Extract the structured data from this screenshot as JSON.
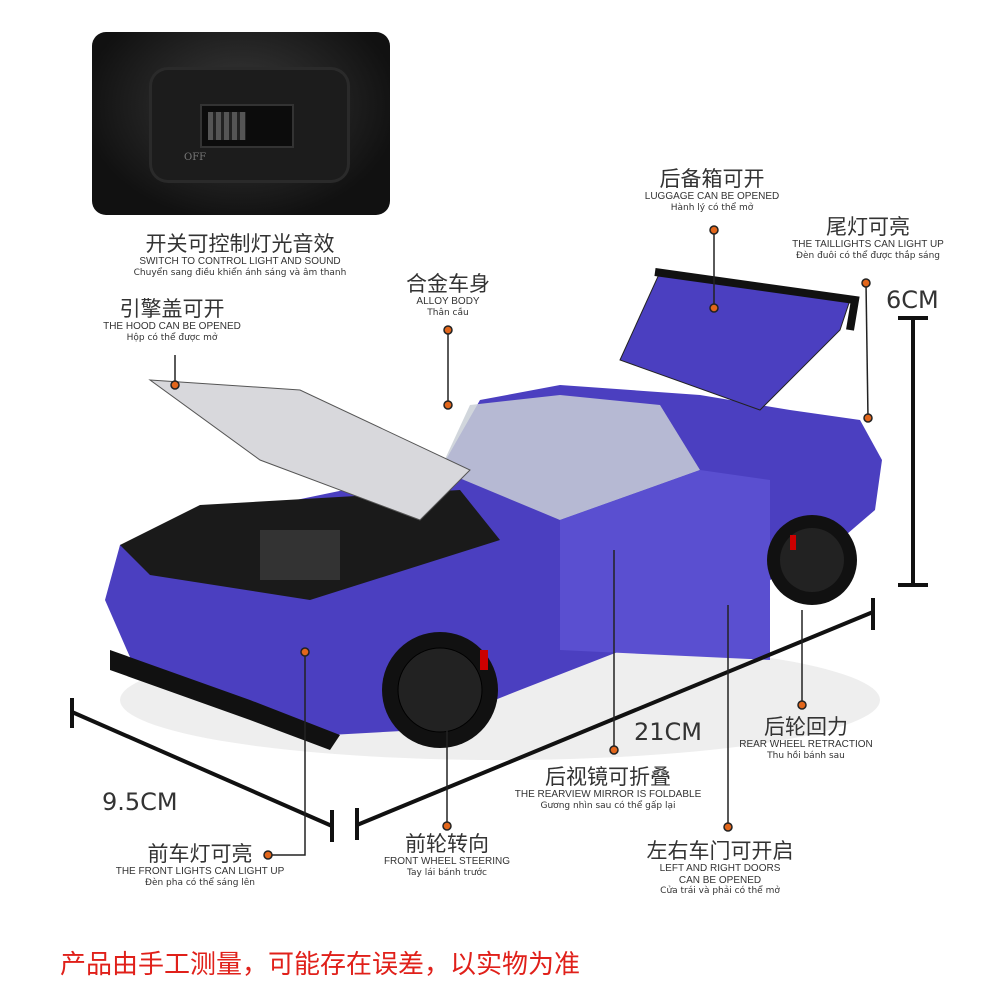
{
  "inset": {
    "switch_marks": "OFF"
  },
  "features": {
    "switch": {
      "zh": "开关可控制灯光音效",
      "en": "SWITCH TO CONTROL LIGHT AND SOUND",
      "vi": "Chuyển sang điều khiển ánh sáng và âm thanh"
    },
    "hood": {
      "zh": "引擎盖可开",
      "en": "THE HOOD CAN BE OPENED",
      "vi": "Hộp có thể được mở"
    },
    "alloy": {
      "zh": "合金车身",
      "en": "ALLOY BODY",
      "vi": "Thân cầu"
    },
    "luggage": {
      "zh": "后备箱可开",
      "en": "LUGGAGE CAN BE OPENED",
      "vi": "Hành lý có thể mở"
    },
    "taillights": {
      "zh": "尾灯可亮",
      "en": "THE TAILLIGHTS CAN LIGHT UP",
      "vi": "Đèn đuôi có thể được thắp sáng"
    },
    "rear_wheel": {
      "zh": "后轮回力",
      "en": "REAR WHEEL RETRACTION",
      "vi": "Thu hồi bánh sau"
    },
    "mirror": {
      "zh": "后视镜可折叠",
      "en": "THE REARVIEW MIRROR IS FOLDABLE",
      "vi": "Gương nhìn sau có thể gấp lại"
    },
    "front_wheel": {
      "zh": "前轮转向",
      "en": "FRONT WHEEL STEERING",
      "vi": "Tay lái bánh trước"
    },
    "doors": {
      "zh": "左右车门可开启",
      "en": "LEFT AND RIGHT DOORS",
      "en2": "CAN BE OPENED",
      "vi": "Cửa trái và phải có thể mở"
    },
    "front_lights": {
      "zh": "前车灯可亮",
      "en": "THE FRONT LIGHTS CAN LIGHT UP",
      "vi": "Đèn pha có thể sáng lên"
    }
  },
  "dimensions": {
    "height": "6CM",
    "length": "21CM",
    "width": "9.5CM"
  },
  "note": "产品由手工测量，可能存在误差，以实物为准",
  "colors": {
    "car_body": "#4b3fc0",
    "dot": "#e2661b",
    "note": "#e0201a"
  }
}
